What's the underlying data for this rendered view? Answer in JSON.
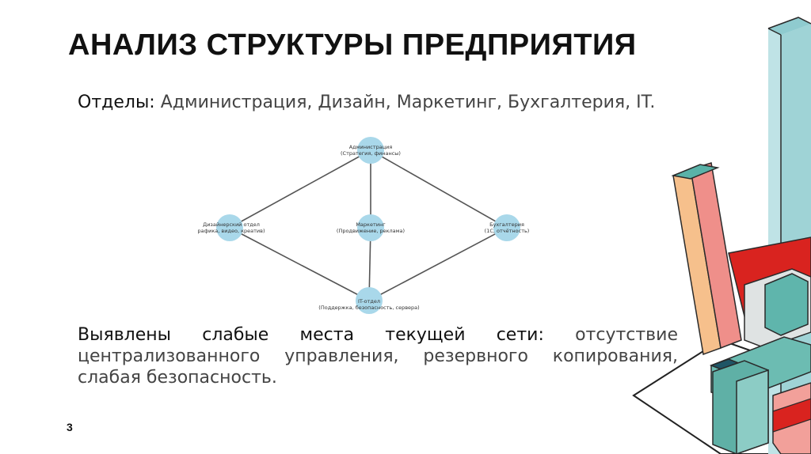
{
  "slide": {
    "title": "АНАЛИЗ СТРУКТУРЫ ПРЕДПРИЯТИЯ",
    "page_number": "3"
  },
  "departments": {
    "label": "Отделы:",
    "list": " Администрация, Дизайн, Маркетинг, Бухгалтерия, IT."
  },
  "diagram": {
    "node_color": "#a9d8ea",
    "edge_color": "#555555",
    "nodes": [
      {
        "id": "admin",
        "name": "Администрация",
        "sub": "(Стратегия, финансы)"
      },
      {
        "id": "design",
        "name": "Дизайнерский отдел",
        "sub": "рафика, видео, креатив)"
      },
      {
        "id": "marketing",
        "name": "Маркетинг",
        "sub": "(Продвижение, реклама)"
      },
      {
        "id": "accounting",
        "name": "Бухгалтерия",
        "sub": "(1С, отчётность)"
      },
      {
        "id": "it",
        "name": "IT-отдел",
        "sub": "(Поддержка, безопасность, сервера)"
      }
    ],
    "edges": [
      [
        "admin",
        "design"
      ],
      [
        "admin",
        "marketing"
      ],
      [
        "admin",
        "accounting"
      ],
      [
        "design",
        "it"
      ],
      [
        "marketing",
        "it"
      ],
      [
        "accounting",
        "it"
      ]
    ]
  },
  "weak_points": {
    "label": "Выявлены слабые места текущей сети:",
    "text": " отсутствие централизованного управления, резервного копирования, слабая безопасность."
  }
}
